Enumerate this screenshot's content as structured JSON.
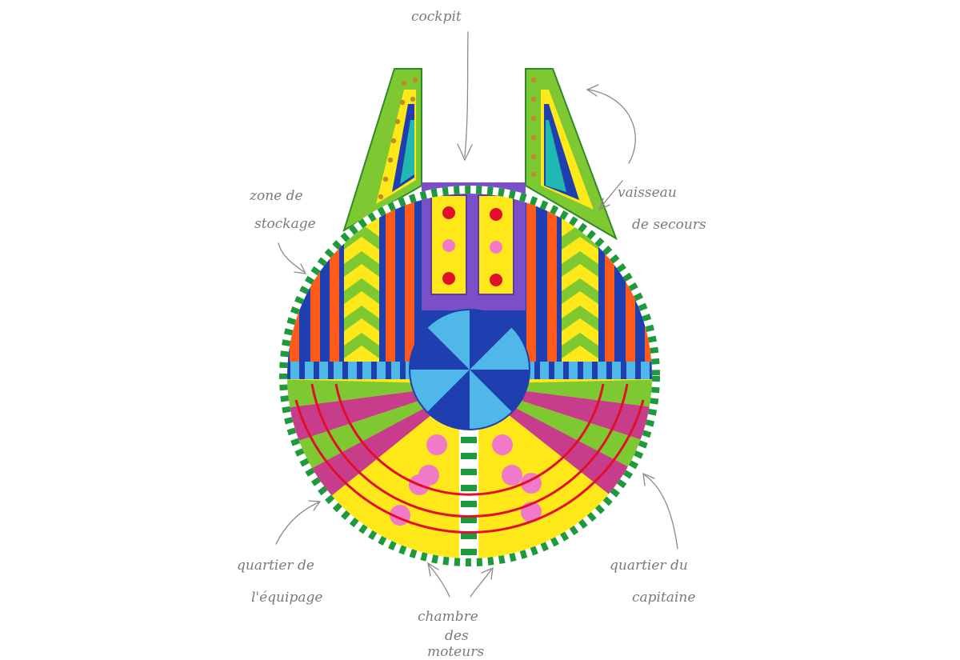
{
  "labels": {
    "cockpit": "cockpit",
    "storage_line1": "zone de",
    "storage_line2": "stockage",
    "rescue_line1": "vaisseau",
    "rescue_line2": "de secours",
    "crew_line1": "quartier de",
    "crew_line2": "l'équipage",
    "captain_line1": "quartier du",
    "captain_line2": "capitaine",
    "engine_line1": "chambre",
    "engine_line2": "des",
    "engine_line3": "moteurs"
  },
  "colors": {
    "green": "#7ec832",
    "dark_green": "#1e9a3c",
    "yellow": "#ffe81a",
    "orange": "#ff5a1a",
    "blue": "#1f3fb0",
    "light_blue": "#4fb8e8",
    "purple": "#7a4fc8",
    "magenta": "#c83c8c",
    "pink": "#f07ac8",
    "red": "#e0102a",
    "teal": "#20b8b0",
    "pencil": "#8a8a8a"
  },
  "icons": {
    "cockpit_arrow": "arrow-down-icon",
    "storage_arrow": "curved-arrow-icon",
    "rescue_arrow": "curved-arrow-icon",
    "crew_arrow": "curved-arrow-icon",
    "captain_arrow": "curved-arrow-icon",
    "engine_arrow": "double-arrow-icon"
  }
}
